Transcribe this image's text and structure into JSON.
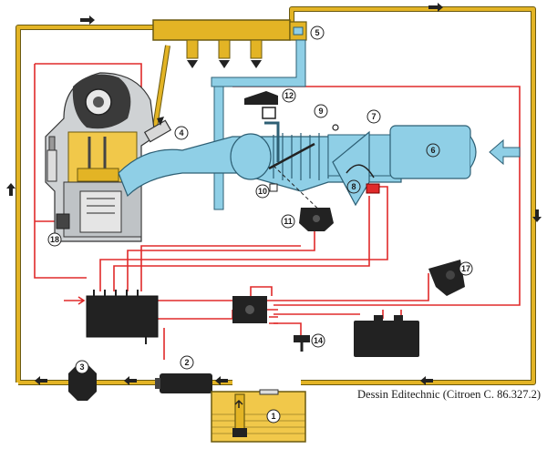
{
  "colors": {
    "fuel_line": "#e3b425",
    "fuel_line_edge": "#6b5a10",
    "electric_wire": "#e02a2a",
    "air_intake": "#8fcfe6",
    "air_intake_edge": "#2d5f74",
    "component_dark": "#222222",
    "fuel_tank": "#f1c84a",
    "badge_fill": "#ffffff"
  },
  "callouts": [
    {
      "id": "c1",
      "label": "1"
    },
    {
      "id": "c2",
      "label": "2"
    },
    {
      "id": "c3",
      "label": "3"
    },
    {
      "id": "c4",
      "label": "4"
    },
    {
      "id": "c5",
      "label": "5"
    },
    {
      "id": "c6",
      "label": "6"
    },
    {
      "id": "c7",
      "label": "7"
    },
    {
      "id": "c8",
      "label": "8"
    },
    {
      "id": "c9",
      "label": "9"
    },
    {
      "id": "c10",
      "label": "10"
    },
    {
      "id": "c11",
      "label": "11"
    },
    {
      "id": "c12",
      "label": "12"
    },
    {
      "id": "c14",
      "label": "14"
    },
    {
      "id": "c17",
      "label": "17"
    },
    {
      "id": "c18",
      "label": "18"
    }
  ],
  "credit": "Dessin Editechnic (Citroen C. 86.327.2)",
  "icons": [
    "flow-arrow-icon",
    "injector-arrow-icon",
    "air-inlet-arrow-icon"
  ]
}
